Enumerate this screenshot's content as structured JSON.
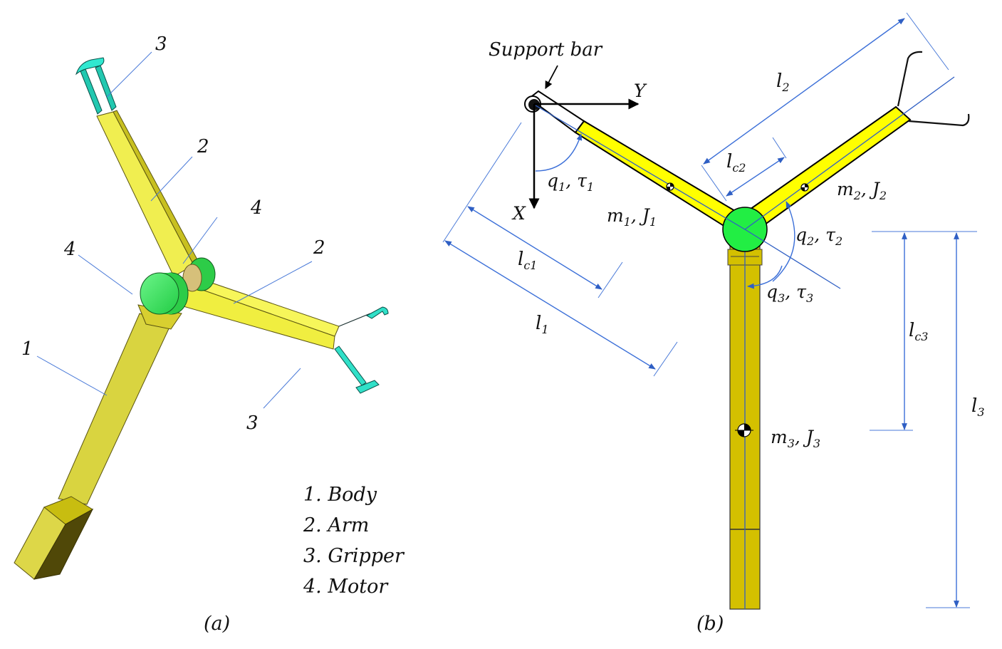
{
  "panel_a": {
    "caption": "(a)",
    "callouts": [
      {
        "id": "gripper-top",
        "text": "3"
      },
      {
        "id": "arm-top",
        "text": "2"
      },
      {
        "id": "motor-right",
        "text": "4"
      },
      {
        "id": "motor-left",
        "text": "4"
      },
      {
        "id": "arm-right",
        "text": "2"
      },
      {
        "id": "body",
        "text": "1"
      },
      {
        "id": "gripper-right",
        "text": "3"
      }
    ],
    "legend": [
      "1. Body",
      "2. Arm",
      "3. Gripper",
      "4. Motor"
    ]
  },
  "panel_b": {
    "caption": "(b)",
    "support_bar_label": "Support bar",
    "axes": {
      "x": "X",
      "y": "Y"
    },
    "joints": [
      {
        "angle": "q",
        "angle_sub": "1",
        "torque": "τ",
        "torque_sub": "1"
      },
      {
        "angle": "q",
        "angle_sub": "2",
        "torque": "τ",
        "torque_sub": "2"
      },
      {
        "angle": "q",
        "angle_sub": "3",
        "torque": "τ",
        "torque_sub": "3"
      }
    ],
    "masses": [
      {
        "m": "m",
        "m_sub": "1",
        "j": "J",
        "j_sub": "1"
      },
      {
        "m": "m",
        "m_sub": "2",
        "j": "J",
        "j_sub": "2"
      },
      {
        "m": "m",
        "m_sub": "3",
        "j": "J",
        "j_sub": "3"
      }
    ],
    "lengths": [
      {
        "base": "l",
        "sub": "c1"
      },
      {
        "base": "l",
        "sub": "1"
      },
      {
        "base": "l",
        "sub": "c2"
      },
      {
        "base": "l",
        "sub": "2"
      },
      {
        "base": "l",
        "sub": "c3"
      },
      {
        "base": "l",
        "sub": "3"
      }
    ]
  },
  "colors": {
    "arm_yellow": "#ffff00",
    "body_olive": "#d4c000",
    "motor_green": "#22ee44",
    "gripper_teal": "#22d8c0",
    "dimension_blue": "#3b6fd8"
  }
}
